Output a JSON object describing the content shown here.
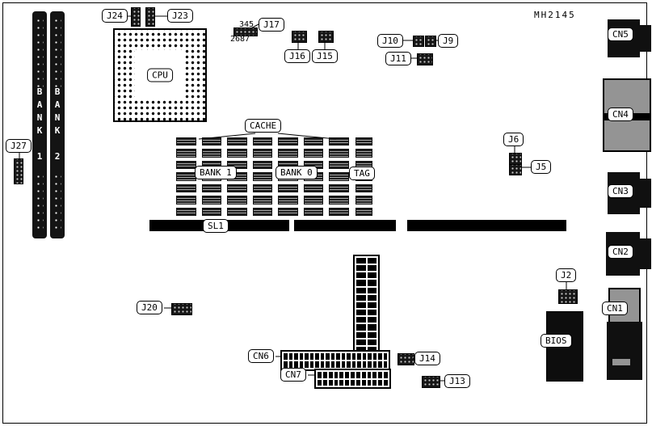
{
  "doc": {
    "part_number": "MH2145"
  },
  "colors": {
    "ink": "#000000",
    "paper": "#ffffff",
    "chip_fill": "#141414",
    "connector_gray": "#949494"
  },
  "labels": {
    "j24": "J24",
    "j23": "J23",
    "j17": "J17",
    "j16": "J16",
    "j15": "J15",
    "j10": "J10",
    "j9": "J9",
    "j11": "J11",
    "j27": "J27",
    "j20": "J20",
    "j6": "J6",
    "j5": "J5",
    "j2": "J2",
    "j14": "J14",
    "j13": "J13",
    "cpu": "CPU",
    "cache": "CACHE",
    "cache_bank1": "BANK 1",
    "cache_bank0": "BANK 0",
    "tag": "TAG",
    "sl1": "SL1",
    "bios": "BIOS",
    "cn1": "CN1",
    "cn2": "CN2",
    "cn3": "CN3",
    "cn4": "CN4",
    "cn5": "CN5",
    "cn6": "CN6",
    "cn7": "CN7",
    "simm_bank1": "BANK 1",
    "simm_bank2": "BANK 2",
    "ref_345": "345",
    "ref_2687": "2687"
  }
}
